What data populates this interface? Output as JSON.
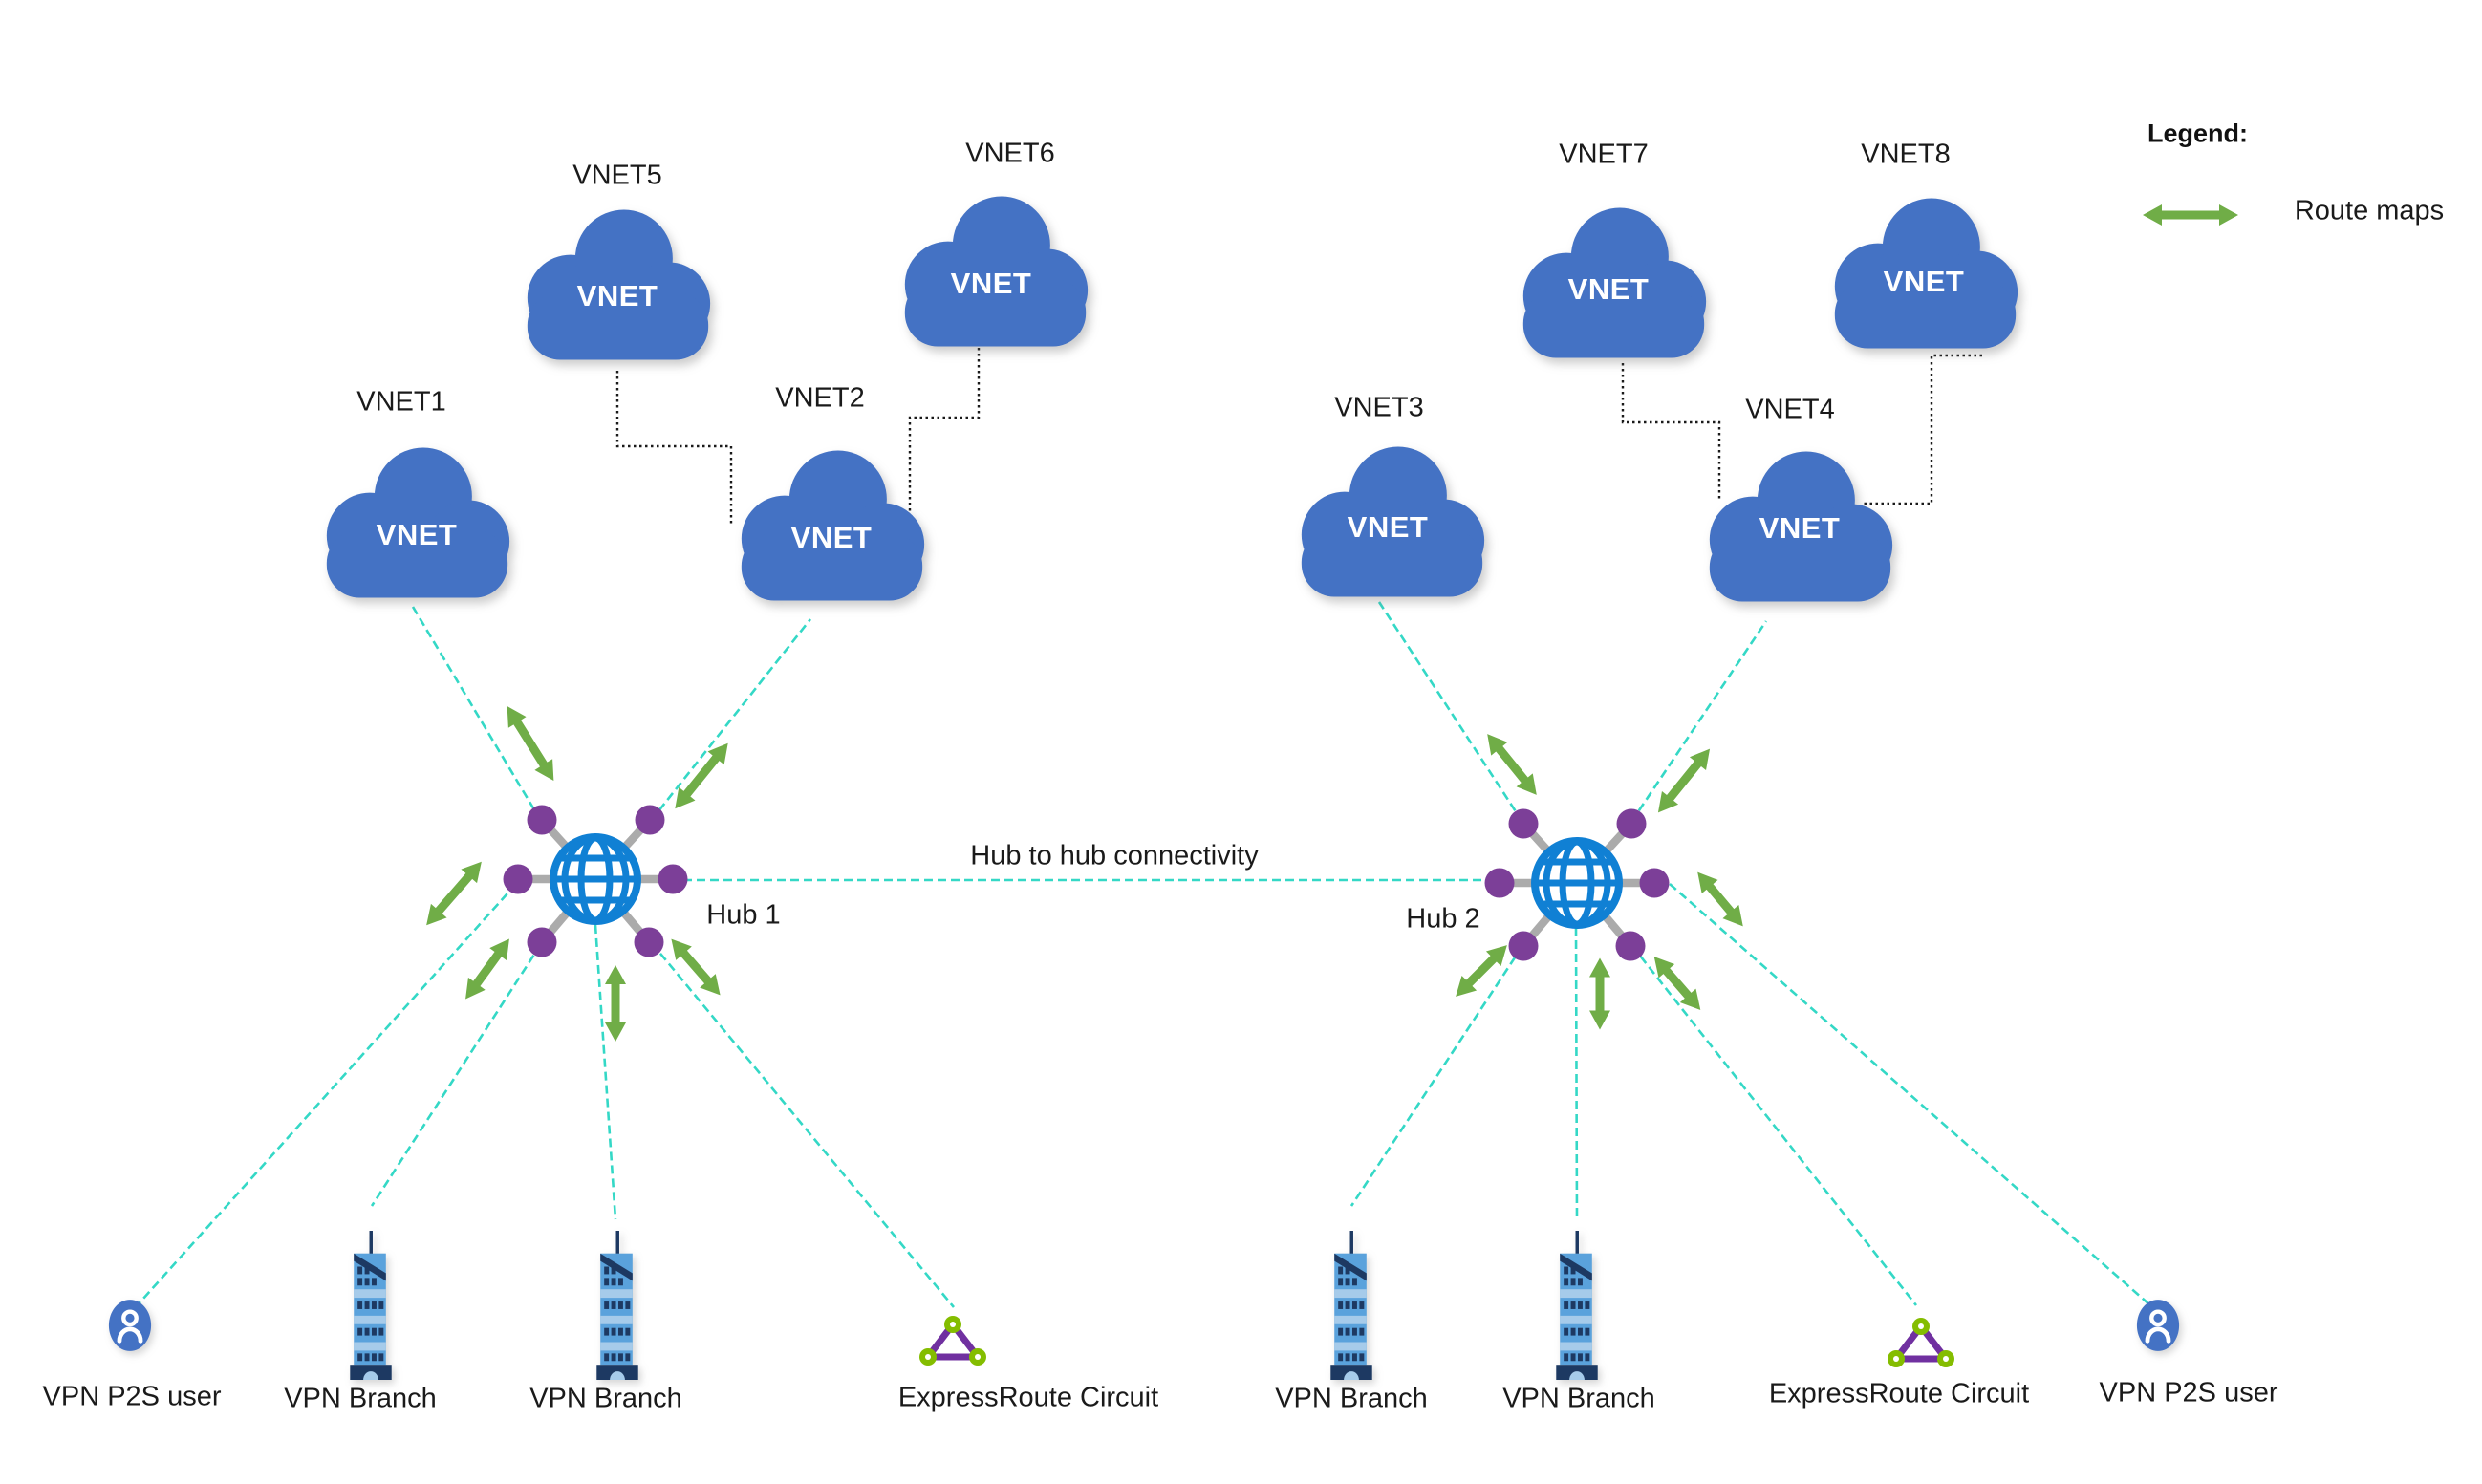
{
  "legend": {
    "heading": "Legend:",
    "route_maps_label": "Route maps"
  },
  "hub_link": {
    "label": "Hub to hub connectivity"
  },
  "hubs": [
    {
      "label": "Hub 1"
    },
    {
      "label": "Hub 2"
    }
  ],
  "clouds": [
    {
      "name": "VNET1",
      "body": "VNET"
    },
    {
      "name": "VNET2",
      "body": "VNET"
    },
    {
      "name": "VNET3",
      "body": "VNET"
    },
    {
      "name": "VNET4",
      "body": "VNET"
    },
    {
      "name": "VNET5",
      "body": "VNET"
    },
    {
      "name": "VNET6",
      "body": "VNET"
    },
    {
      "name": "VNET7",
      "body": "VNET"
    },
    {
      "name": "VNET8",
      "body": "VNET"
    }
  ],
  "endpoints": {
    "left": [
      {
        "type": "vpn-p2s-user",
        "label": "VPN P2S user"
      },
      {
        "type": "vpn-branch",
        "label": "VPN Branch"
      },
      {
        "type": "vpn-branch",
        "label": "VPN Branch"
      },
      {
        "type": "expressroute-circuit",
        "label": "ExpressRoute Circuit"
      }
    ],
    "right": [
      {
        "type": "vpn-branch",
        "label": "VPN Branch"
      },
      {
        "type": "vpn-branch",
        "label": "VPN Branch"
      },
      {
        "type": "expressroute-circuit",
        "label": "ExpressRoute Circuit"
      },
      {
        "type": "vpn-p2s-user",
        "label": "VPN P2S user"
      }
    ]
  },
  "colors": {
    "cloud": "#4472C4",
    "hub_globe": "#1080D4",
    "hub_node": "#7C3F98",
    "hub_spoke": "#ABABAB",
    "route_map_arrow": "#70AD47",
    "hub_connection": "#34D8C6",
    "vnet_peering": "#1a1a1a",
    "er_purple": "#7030A0",
    "er_green": "#84BD00",
    "building_body": "#5AA2DC",
    "building_band": "#A6CBEA",
    "building_dark": "#1D3962",
    "p2s_blue": "#4472C4",
    "vnet_text": "#FFFFFF",
    "label_text": "#1a1a1a"
  }
}
